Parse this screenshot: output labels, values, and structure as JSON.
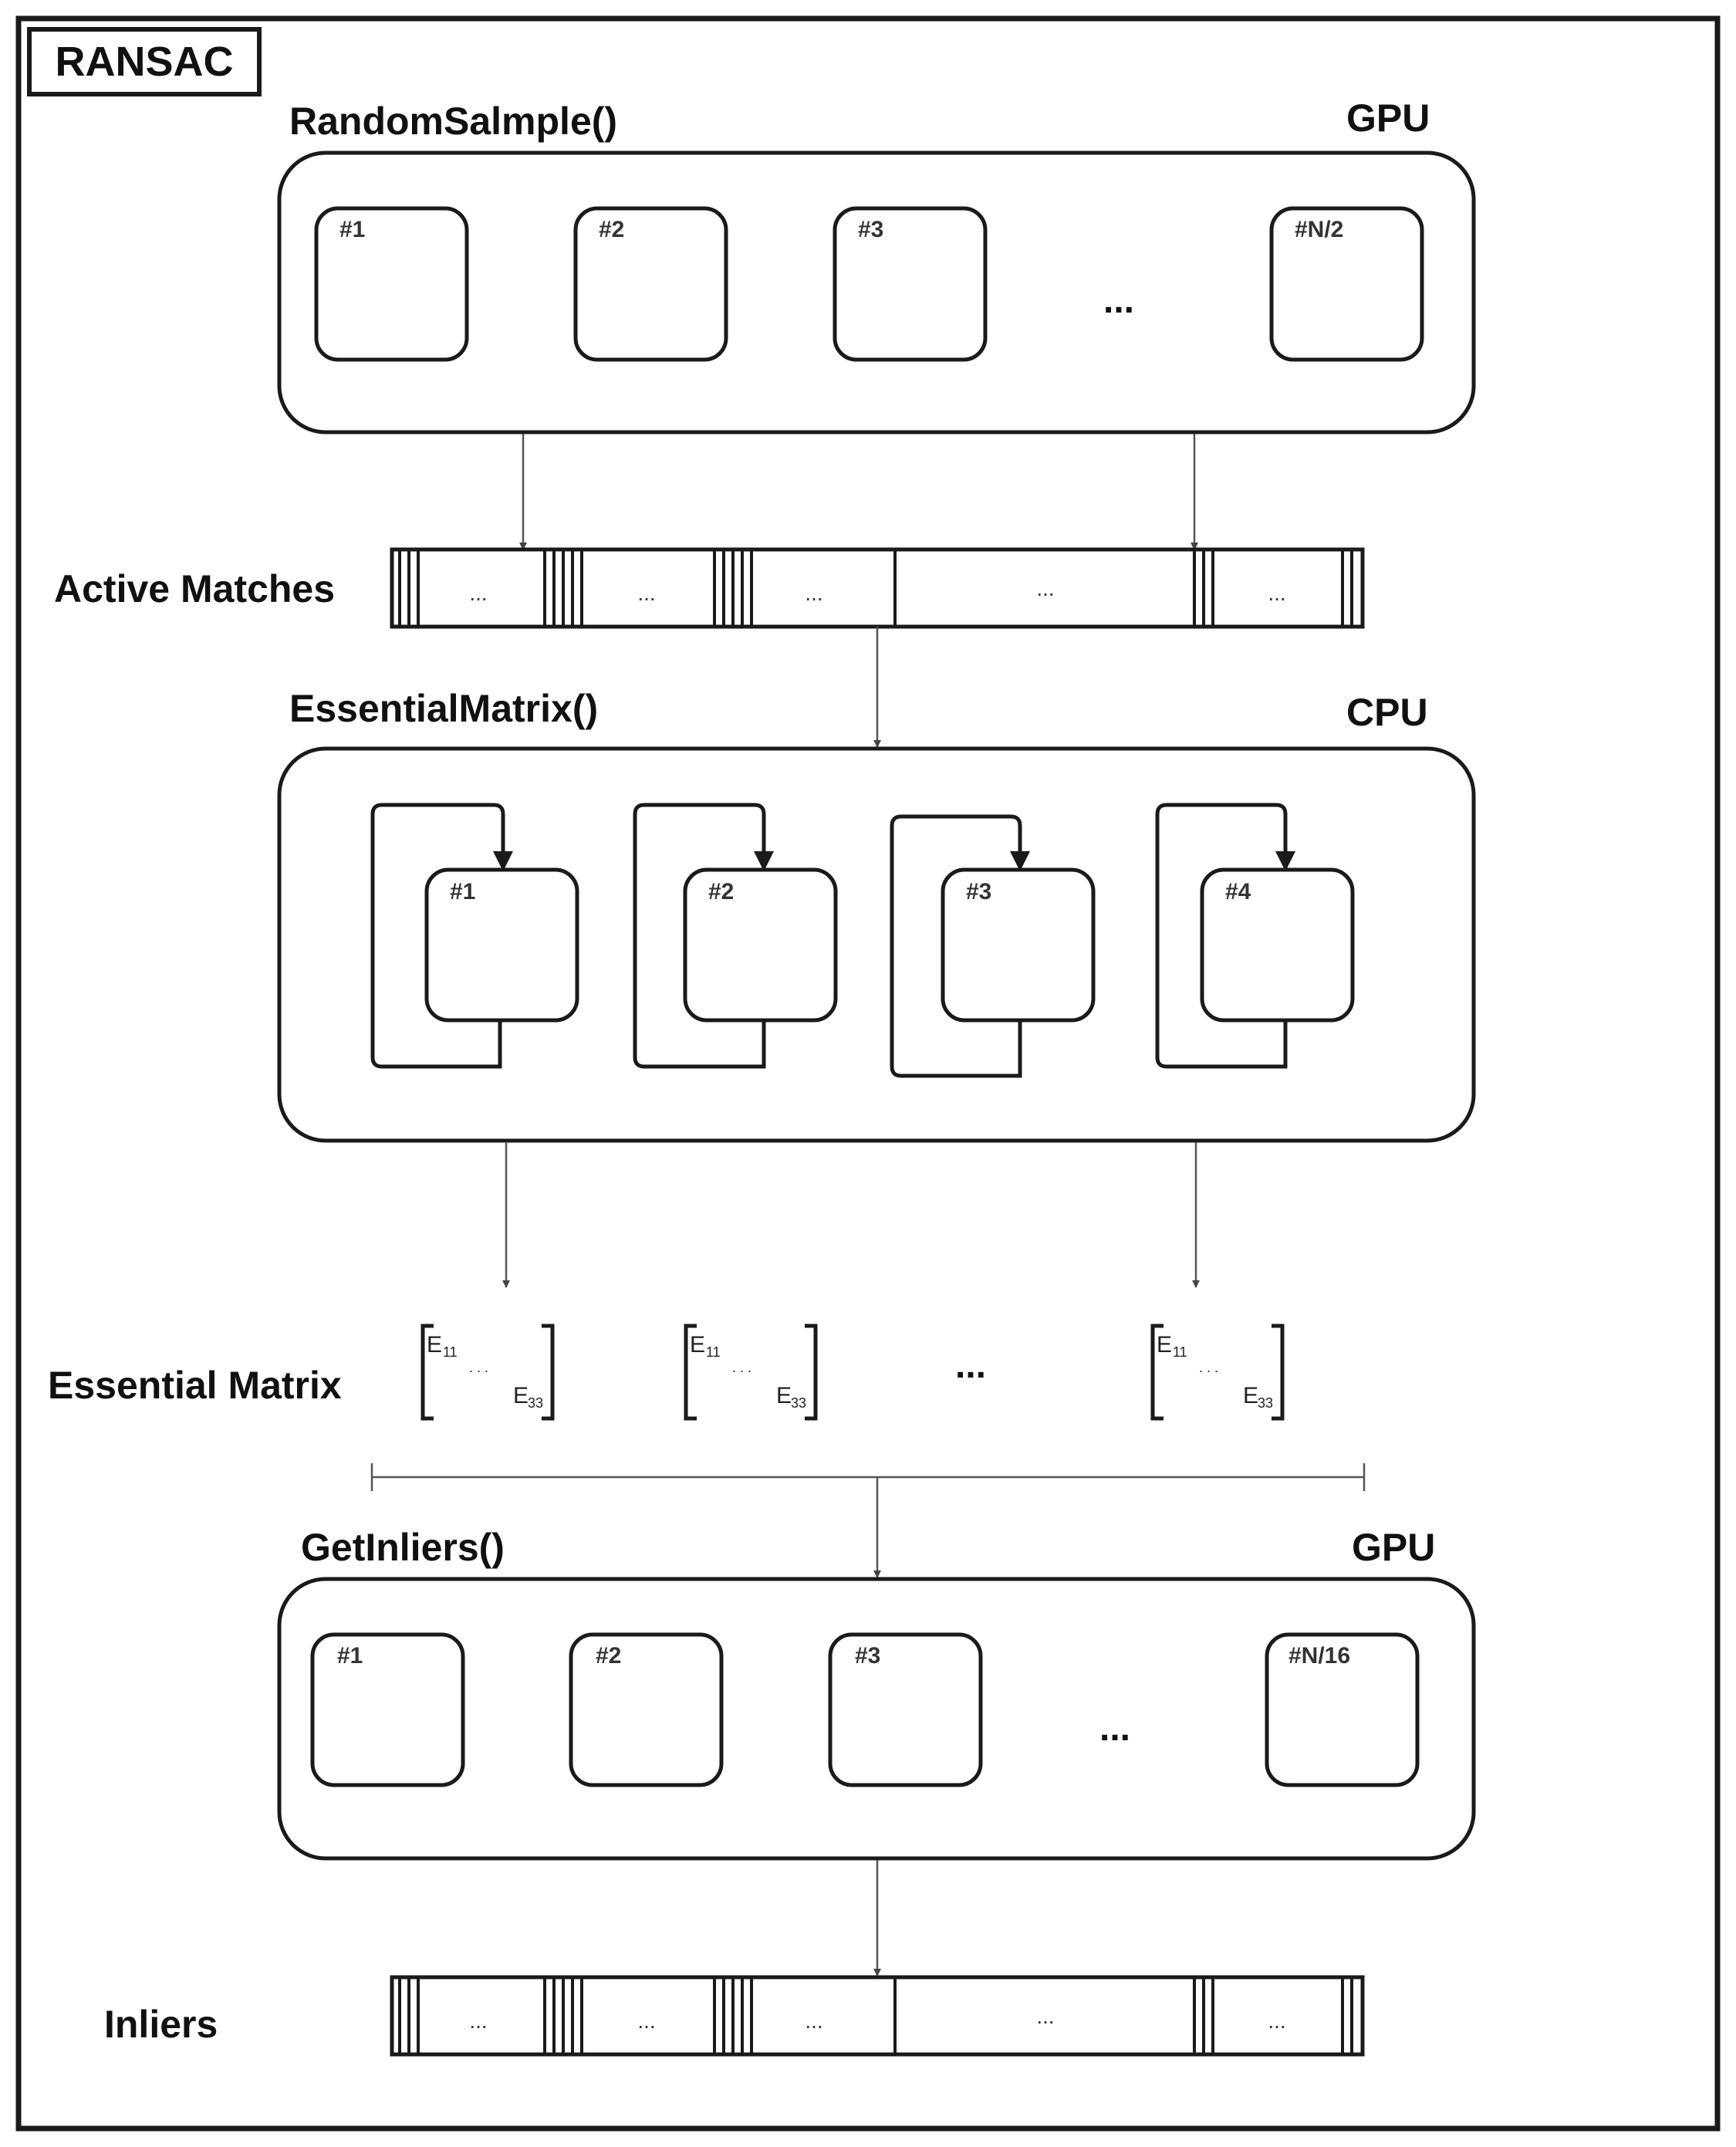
{
  "frame": {
    "title": "RANSAC"
  },
  "sample_stage": {
    "function": "RandomSalmple()",
    "device": "GPU",
    "threads": [
      "#1",
      "#2",
      "#3",
      "#N/2"
    ],
    "ellipsis": "..."
  },
  "active_matches": {
    "label": "Active Matches",
    "cells": [
      "...",
      "...",
      "...",
      "...",
      "..."
    ]
  },
  "essential_stage": {
    "function": "EssentialMatrix()",
    "device": "CPU",
    "threads": [
      "#1",
      "#2",
      "#3",
      "#4"
    ]
  },
  "essential_matrix": {
    "label": "Essential Matrix",
    "first_entry": "E",
    "first_index": "11",
    "last_entry": "E",
    "last_index": "33",
    "inner_dots": ". . .",
    "ellipsis": "..."
  },
  "inliers_stage": {
    "function": "GetInliers()",
    "device": "GPU",
    "threads": [
      "#1",
      "#2",
      "#3",
      "#N/16"
    ],
    "ellipsis": "..."
  },
  "inliers": {
    "label": "Inliers",
    "cells": [
      "...",
      "...",
      "...",
      "...",
      "..."
    ]
  },
  "colors": {
    "stroke": "#1a1a1a",
    "thin_line": "#555555",
    "background": "#ffffff"
  }
}
